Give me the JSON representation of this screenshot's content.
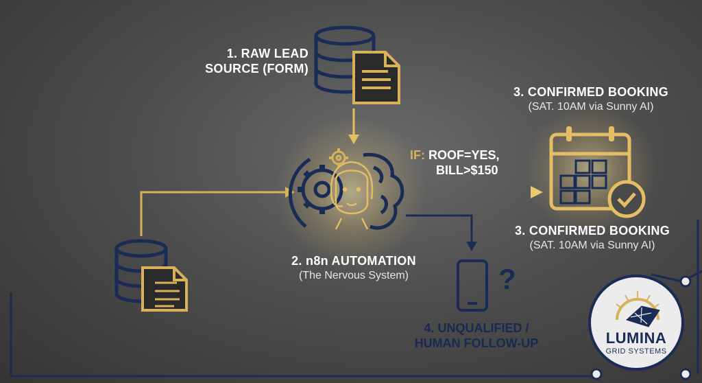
{
  "raw_lead": {
    "line1": "1. RAW LEAD",
    "line2": "SOURCE (FORM)"
  },
  "booking_top": {
    "title": "3. CONFIRMED BOOKING",
    "subtitle": "(SAT. 10AM via Sunny AI)"
  },
  "condition": {
    "prefix": "IF:",
    "line1_rest": "ROOF=YES,",
    "line2": "BILL>$150"
  },
  "automation": {
    "title": "2. n8n AUTOMATION",
    "subtitle": "(The Nervous System)"
  },
  "booking_bottom": {
    "title": "3. CONFIRMED BOOKING",
    "subtitle": "(SAT. 10AM via Sunny AI)"
  },
  "unqualified": {
    "line1": "4. UNQUALIFIED /",
    "line2": "HUMAN FOLLOW-UP",
    "mark": "?"
  },
  "brand": {
    "name": "LUMINA",
    "tagline": "GRID SYSTEMS"
  },
  "colors": {
    "navy": "#1a2c55",
    "gold": "#d8b25a",
    "background": "#4e4e4e"
  }
}
